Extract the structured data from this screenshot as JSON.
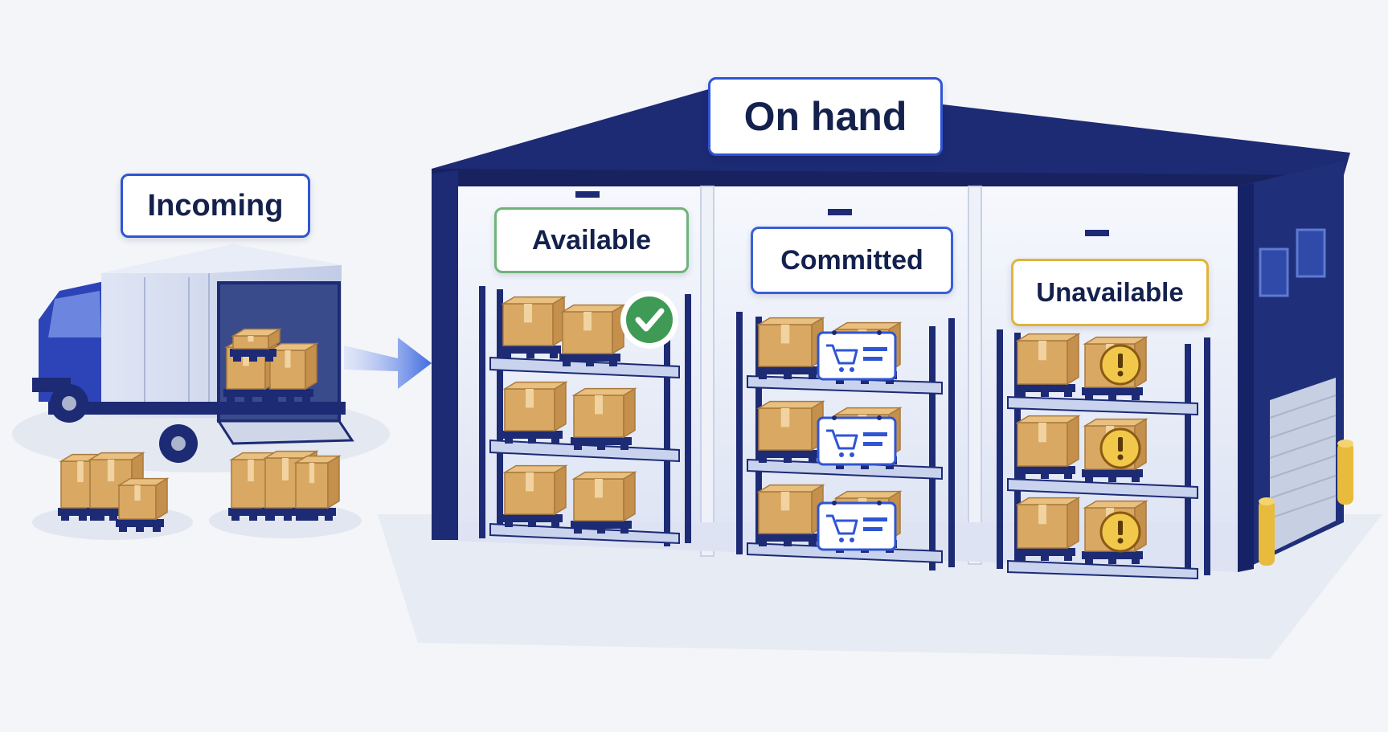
{
  "labels": {
    "on_hand": "On hand",
    "incoming": "Incoming",
    "available": "Available",
    "committed": "Committed",
    "unavailable": "Unavailable"
  },
  "icons": {
    "available": "check-icon",
    "committed": "cart-icon",
    "unavailable": "warning-icon",
    "flow": "arrow-right-icon"
  },
  "colors": {
    "warehouse_navy": "#1f2f7a",
    "accent_blue": "#2f55d4",
    "available_green": "#3f9a55",
    "unavailable_amber": "#e0b33c",
    "box_cardboard": "#d9a862",
    "label_text": "#14214d"
  }
}
